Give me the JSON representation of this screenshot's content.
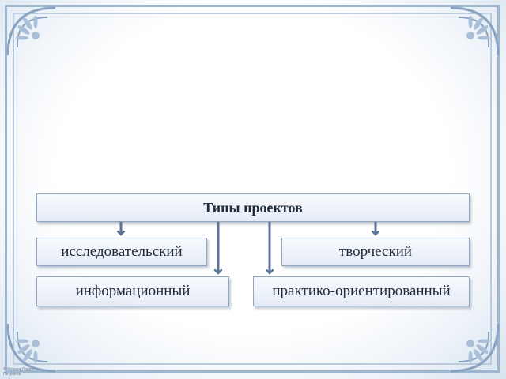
{
  "diagram": {
    "title": "Типы проектов",
    "types": [
      "исследовательский",
      "творческий",
      "информационный",
      "практико-ориентированный"
    ]
  },
  "credit": "© Фокина Лидия Петровна",
  "colors": {
    "border": "#8fa6c0",
    "arrow": "#5c7596",
    "box_top": "#f7f9fd",
    "box_bottom": "#e6ecf6",
    "text": "#1f2a3a"
  }
}
